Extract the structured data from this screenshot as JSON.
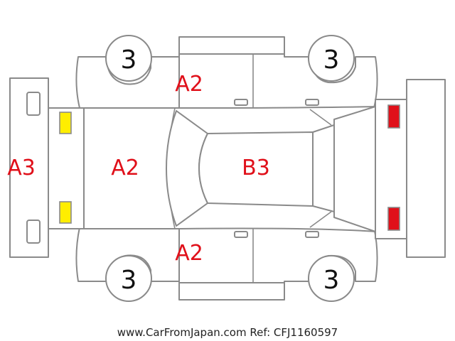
{
  "diagram": {
    "colors": {
      "outline": "#8a8a8a",
      "code_text": "#e0101a",
      "headlight": "#ffee00",
      "taillight": "#e0101a",
      "tire_number": "#111111"
    },
    "tires": {
      "front_left": "3",
      "rear_left": "3",
      "front_right": "3",
      "rear_right": "3"
    },
    "damage_codes": {
      "front_bumper": "A3",
      "hood": "A2",
      "roof": "B3",
      "left_front_door": "A2",
      "right_front_door": "A2"
    }
  },
  "footer": {
    "text": "www.CarFromJapan.com Ref: CFJ1160597"
  }
}
